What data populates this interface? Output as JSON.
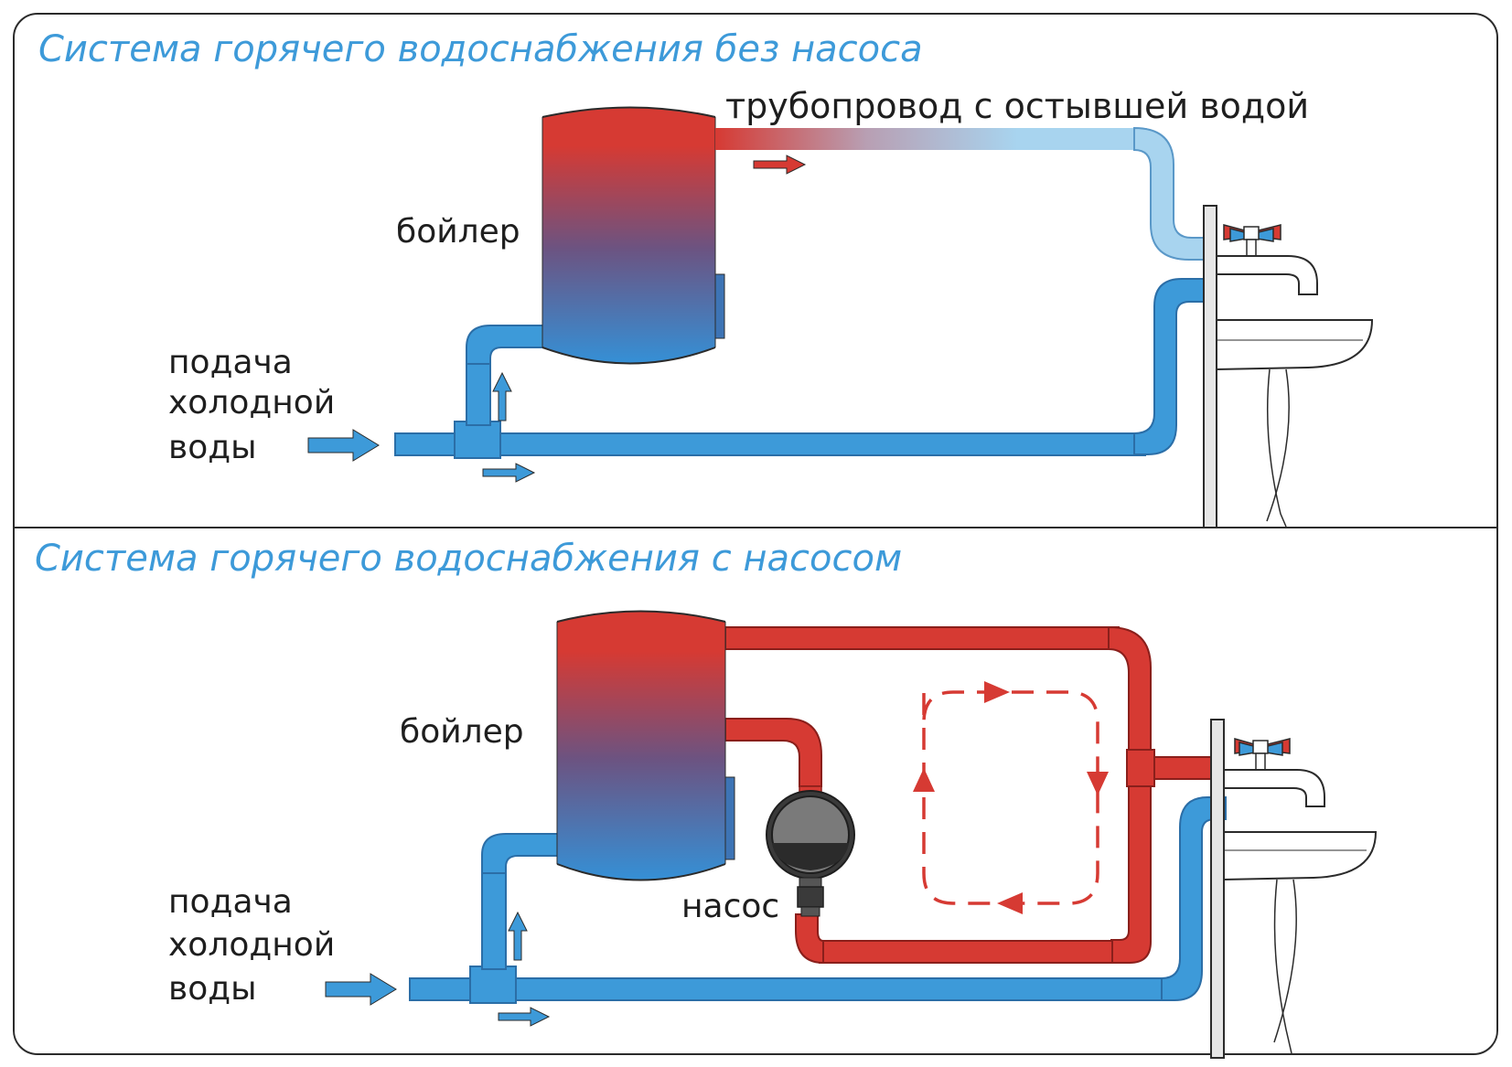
{
  "top_panel": {
    "title": "Система горячего водоснабжения без насоса",
    "boiler_label": "бойлер",
    "cold_pipe_label": "трубопровод с остывшей водой",
    "supply_label_lines": [
      "подача",
      "холодной",
      "воды"
    ]
  },
  "bottom_panel": {
    "title": "Система горячего водоснабжения с насосом",
    "boiler_label": "бойлер",
    "pump_label": "насос",
    "supply_label_lines": [
      "подача",
      "холодной",
      "воды"
    ]
  },
  "colors": {
    "hot": "#d63a33",
    "cold": "#3d9ad9",
    "cooled": "#a8d4ef",
    "frame": "#2b2b2b",
    "title": "#3d9ad9"
  },
  "icons": [
    "boiler-tank",
    "faucet",
    "sink",
    "pump",
    "flow-arrow",
    "circulation-loop"
  ]
}
